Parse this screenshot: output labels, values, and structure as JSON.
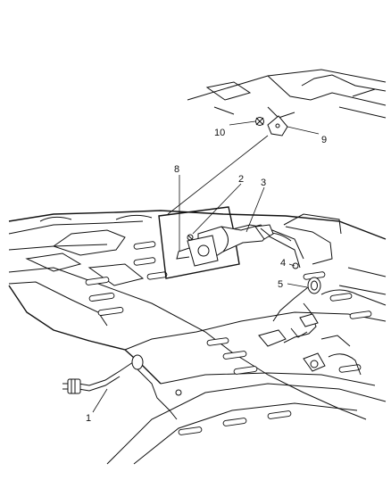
{
  "callouts": {
    "c1": "1",
    "c2": "2",
    "c3": "3",
    "c4": "4",
    "c5": "5",
    "c8": "8",
    "c9": "9",
    "c10": "10"
  }
}
